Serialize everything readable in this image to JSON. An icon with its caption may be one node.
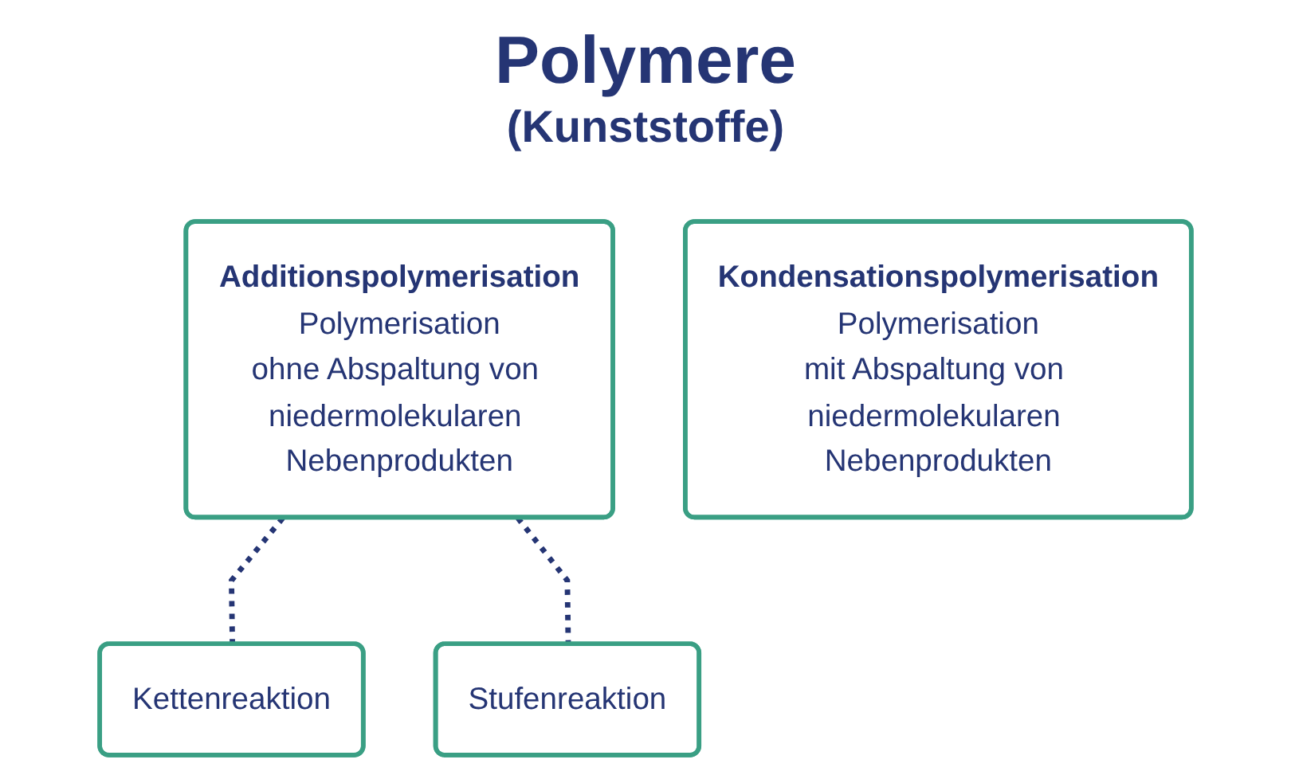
{
  "diagram": {
    "title": "Polymere",
    "nodes": [
      {
        "text": [
          "Additionspolymerisation",
          "Polymerisation",
          "ohne Abspaltung von niedermolekularen Nebenprodukten"
        ]
      },
      {
        "text": [
          "Kondensationspolymerisation",
          "Polymerisation",
          "mit Abspaltung von niedermolekularen Nebenprodukten"
        ]
      },
      {
        "text": [
          "Kettenreaktion"
        ]
      },
      {
        "text": [
          "Stufenreaktion"
        ]
      }
    ],
    "edges": [
      {
        "from": 0,
        "to": 2,
        "arrow": "none",
        "style": "dashed"
      },
      {
        "from": 0,
        "to": 3,
        "arrow": "none",
        "style": "dashed"
      }
    ],
    "labels": [
      "(Kunststoffe)"
    ]
  }
}
